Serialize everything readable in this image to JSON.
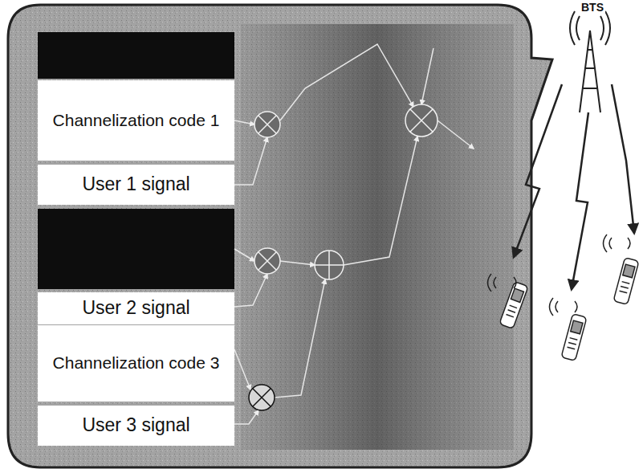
{
  "diagram": {
    "nodes": [
      {
        "text": [
          "Channelization code 1"
        ]
      },
      {
        "text": [
          "User 1 signal"
        ]
      },
      {
        "text": [
          "User 2 signal"
        ]
      },
      {
        "text": [
          "Channelization code 3"
        ]
      },
      {
        "text": [
          "User 3 signal"
        ]
      }
    ],
    "labels": [
      "BTS"
    ]
  }
}
